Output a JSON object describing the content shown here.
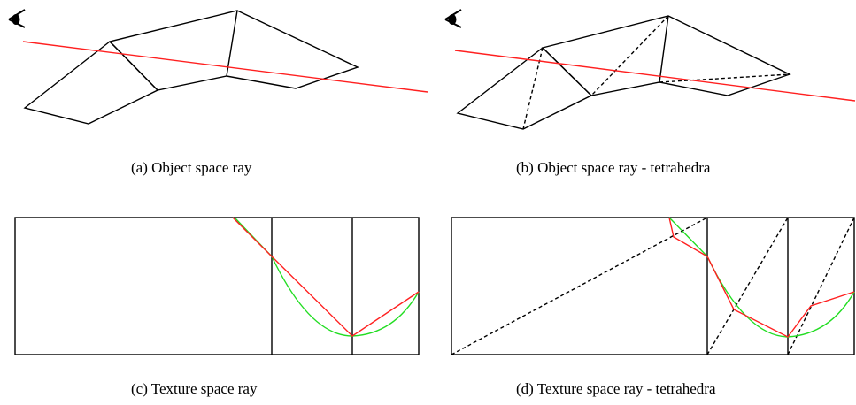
{
  "captions": {
    "a": "(a) Object space ray",
    "b": "(b) Object space ray - tetrahedra",
    "c": "(c) Texture space ray",
    "d": "(d) Texture space ray - tetrahedra"
  },
  "colors": {
    "ray": "#ff2020",
    "curve": "#22dd22",
    "edge": "#000000"
  },
  "icons": {
    "viewer": "eye-icon"
  }
}
